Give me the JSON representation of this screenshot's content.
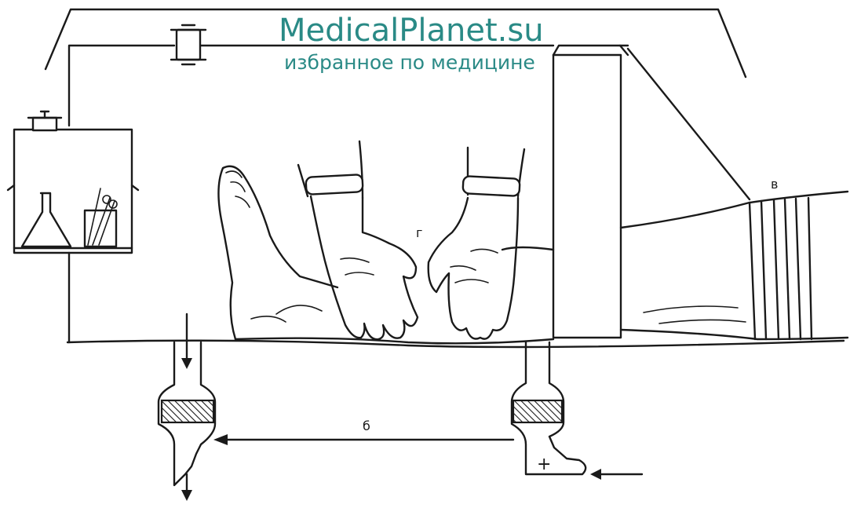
{
  "watermark": {
    "site": "MedicalPlanet.su",
    "tagline": "избранное по медицине"
  },
  "labels": {
    "b": "б",
    "v": "в",
    "g": "г",
    "plus": "+"
  },
  "colors": {
    "ink": "#1a1a1a",
    "watermark": "#2a8a86",
    "background": "#ffffff"
  }
}
